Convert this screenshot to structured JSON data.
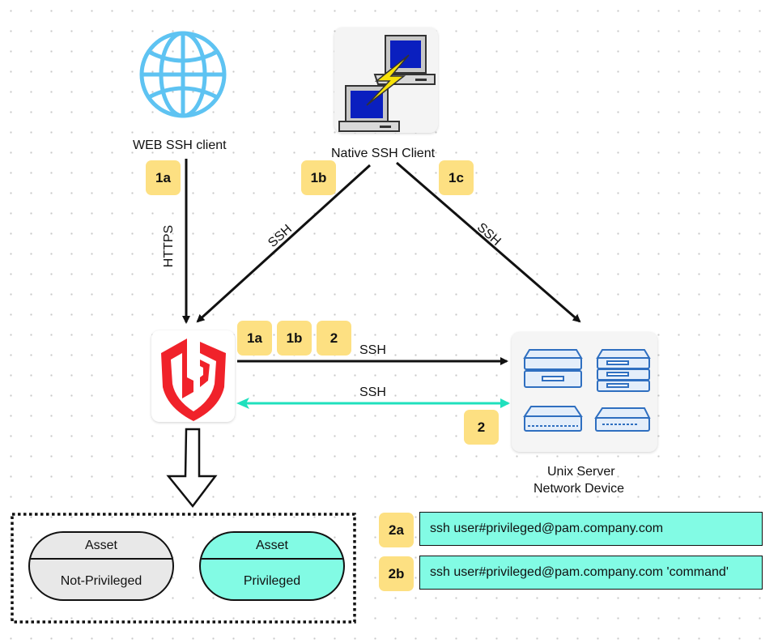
{
  "nodes": {
    "web_client": {
      "label": "WEB SSH client",
      "icon": "globe-icon"
    },
    "native_client": {
      "label": "Native SSH Client",
      "icon": "putty-terminal-icon"
    },
    "pam_gateway": {
      "icon": "shield-logo-icon"
    },
    "target": {
      "label_line1": "Unix Server",
      "label_line2": "Network Device",
      "icon": "network-devices-icon"
    }
  },
  "connections": {
    "web_to_pam": {
      "label": "HTTPS",
      "step": "1a"
    },
    "native_to_pam": {
      "label": "SSH",
      "step": "1b"
    },
    "native_to_target": {
      "label": "SSH",
      "step": "1c"
    },
    "pam_to_target": {
      "label": "SSH",
      "steps": [
        "1a",
        "1b",
        "2"
      ]
    },
    "target_to_pam": {
      "label": "SSH",
      "step": "2"
    }
  },
  "assets": {
    "not_privileged": {
      "title": "Asset",
      "value": "Not-Privileged",
      "color": "#e8e8e8"
    },
    "privileged": {
      "title": "Asset",
      "value": "Privileged",
      "color": "#82fbe4"
    }
  },
  "commands": [
    {
      "step": "2a",
      "text": "ssh user#privileged@pam.company.com"
    },
    {
      "step": "2b",
      "text": "ssh user#privileged@pam.company.com 'command'"
    }
  ],
  "colors": {
    "badge": "#fde082",
    "return_arrow": "#1fe0bd",
    "globe": "#5ec3f2",
    "shield": "#f0222a",
    "highlight": "#82fbe4"
  }
}
